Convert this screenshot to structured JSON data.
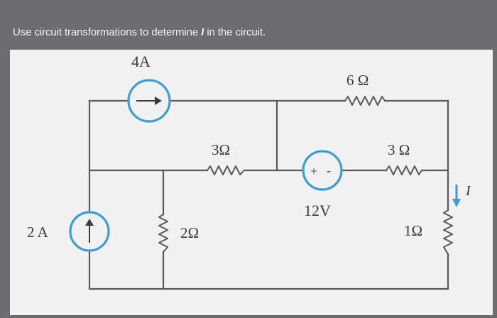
{
  "prompt": {
    "before": "Use circuit transformations to determine ",
    "variable": "I",
    "after": " in the circuit."
  },
  "circuit": {
    "current_source_top": {
      "label": "4A"
    },
    "current_source_left": {
      "label": "2 A"
    },
    "resistor_top_right": {
      "label": "6 Ω"
    },
    "resistor_middle": {
      "label": "3Ω"
    },
    "resistor_right": {
      "label": "3 Ω"
    },
    "resistor_vertical_left": {
      "label": "2Ω"
    },
    "resistor_vertical_right": {
      "label": "1Ω"
    },
    "voltage_source": {
      "label": "12V",
      "plus": "+",
      "minus": "-"
    },
    "current_arrow": {
      "label": "I"
    }
  },
  "colors": {
    "source_outline": "#3e9bd3",
    "wire": "#5a5a5a",
    "panel": "#f1f1f1",
    "background": "#6d6d6f"
  }
}
